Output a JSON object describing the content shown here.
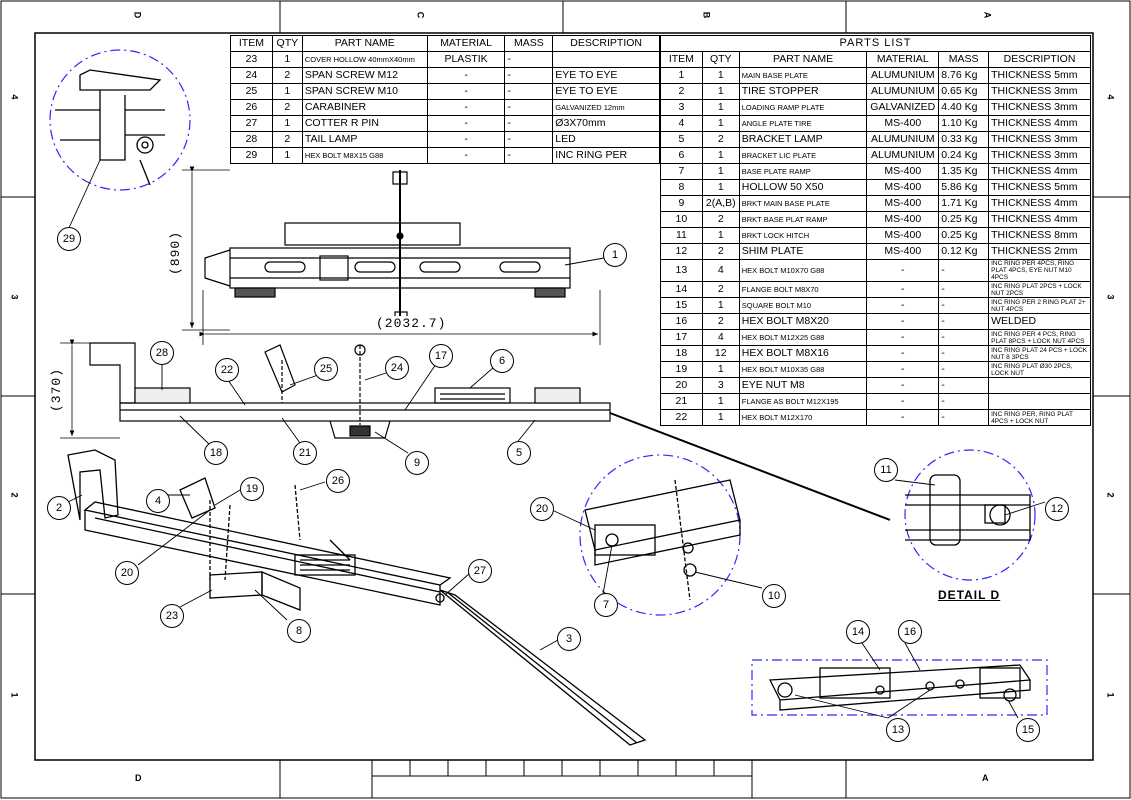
{
  "zones": {
    "top": [
      "D",
      "C",
      "B",
      "A"
    ],
    "bottom": [
      "D",
      "A"
    ],
    "left": [
      "4",
      "3",
      "2",
      "1"
    ],
    "right": [
      "4",
      "3",
      "2",
      "1"
    ]
  },
  "left_table": {
    "headers": [
      "ITEM",
      "QTY",
      "PART NAME",
      "MATERIAL",
      "MASS",
      "DESCRIPTION"
    ],
    "rows": [
      [
        "23",
        "1",
        "COVER HOLLOW 40mmX40mm",
        "PLASTIK",
        "-",
        ""
      ],
      [
        "24",
        "2",
        "SPAN SCREW M12",
        "-",
        "-",
        "EYE TO EYE"
      ],
      [
        "25",
        "1",
        "SPAN SCREW M10",
        "-",
        "-",
        "EYE TO EYE"
      ],
      [
        "26",
        "2",
        "CARABINER",
        "-",
        "-",
        "GALVANIZED 12mm"
      ],
      [
        "27",
        "1",
        "COTTER R PIN",
        "-",
        "-",
        "Ø3X70mm"
      ],
      [
        "28",
        "2",
        "TAIL LAMP",
        "-",
        "-",
        "LED"
      ],
      [
        "29",
        "1",
        "HEX BOLT M8X15 G88",
        "-",
        "-",
        "INC RING PER"
      ]
    ]
  },
  "parts_list": {
    "title": "PARTS LIST",
    "headers": [
      "ITEM",
      "QTY",
      "PART NAME",
      "MATERIAL",
      "MASS",
      "DESCRIPTION"
    ],
    "rows": [
      [
        "1",
        "1",
        "MAIN BASE PLATE",
        "ALUMUNIUM",
        "8.76 Kg",
        "THICKNESS 5mm"
      ],
      [
        "2",
        "1",
        "TIRE STOPPER",
        "ALUMUNIUM",
        "0.65 Kg",
        "THICKNESS 3mm"
      ],
      [
        "3",
        "1",
        "LOADING RAMP PLATE",
        "GALVANIZED",
        "4.40 Kg",
        "THICKNESS 3mm"
      ],
      [
        "4",
        "1",
        "ANGLE PLATE TIRE",
        "MS-400",
        "1.10 Kg",
        "THICKNESS 4mm"
      ],
      [
        "5",
        "2",
        "BRACKET LAMP",
        "ALUMUNIUM",
        "0.33 Kg",
        "THICKNESS 3mm"
      ],
      [
        "6",
        "1",
        "BRACKET LIC PLATE",
        "ALUMUNIUM",
        "0.24 Kg",
        "THICKNESS 3mm"
      ],
      [
        "7",
        "1",
        "BASE PLATE RAMP",
        "MS-400",
        "1.35 Kg",
        "THICKNESS 4mm"
      ],
      [
        "8",
        "1",
        "HOLLOW 50 X50",
        "MS-400",
        "5.86 Kg",
        "THICKNESS 5mm"
      ],
      [
        "9",
        "2(A,B)",
        "BRKT MAIN BASE PLATE",
        "MS-400",
        "1.71 Kg",
        "THICKNESS 4mm"
      ],
      [
        "10",
        "2",
        "BRKT BASE PLAT RAMP",
        "MS-400",
        "0.25 Kg",
        "THICKNESS 4mm"
      ],
      [
        "11",
        "1",
        "BRKT LOCK HITCH",
        "MS-400",
        "0.25 Kg",
        "THICKNESS 8mm"
      ],
      [
        "12",
        "2",
        "SHIM PLATE",
        "MS-400",
        "0.12 Kg",
        "THICKNESS 2mm"
      ],
      [
        "13",
        "4",
        "HEX BOLT M10X70 G88",
        "-",
        "-",
        "INC RING PER 4PCS, RING PLAT 4PCS, EYE NUT M10 4PCS"
      ],
      [
        "14",
        "2",
        "FLANGE BOLT M8X70",
        "-",
        "-",
        "INC RING PLAT 2PCS + LOCK NUT 2PCS"
      ],
      [
        "15",
        "1",
        "SQUARE BOLT M10",
        "-",
        "-",
        "INC RING PER 2 RING PLAT 2+ NUT 4PCS"
      ],
      [
        "16",
        "2",
        "HEX BOLT M8X20",
        "-",
        "-",
        "WELDED"
      ],
      [
        "17",
        "4",
        "HEX BOLT M12X25 G88",
        "-",
        "-",
        "INC RING PER 4 PCS, RING PLAT 8PCS + LOCK NUT 4PCS"
      ],
      [
        "18",
        "12",
        "HEX BOLT M8X16",
        "-",
        "-",
        "INC RING PLAT 24 PCS + LOCK NUT 8 3PCS"
      ],
      [
        "19",
        "1",
        "HEX BOLT M10X35 G88",
        "-",
        "-",
        "INC RING PLAT Ø30 2PCS, LOCK NUT"
      ],
      [
        "20",
        "3",
        "EYE NUT M8",
        "-",
        "-",
        ""
      ],
      [
        "21",
        "1",
        "FLANGE AS BOLT M12X195",
        "-",
        "-",
        ""
      ],
      [
        "22",
        "1",
        "HEX BOLT M12X170",
        "-",
        "-",
        "INC RING PER, RING PLAT 4PCS + LOCK NUT"
      ]
    ]
  },
  "dimensions": {
    "height_top": "(890)",
    "length": "(2032.7)",
    "height_side": "(370)"
  },
  "detail_label": "DETAIL D",
  "balloons": [
    "29",
    "1",
    "28",
    "22",
    "25",
    "24",
    "17",
    "6",
    "18",
    "21",
    "9",
    "5",
    "2",
    "4",
    "19",
    "26",
    "20",
    "23",
    "8",
    "27",
    "3",
    "20",
    "7",
    "10",
    "11",
    "12",
    "14",
    "16",
    "13",
    "15"
  ]
}
